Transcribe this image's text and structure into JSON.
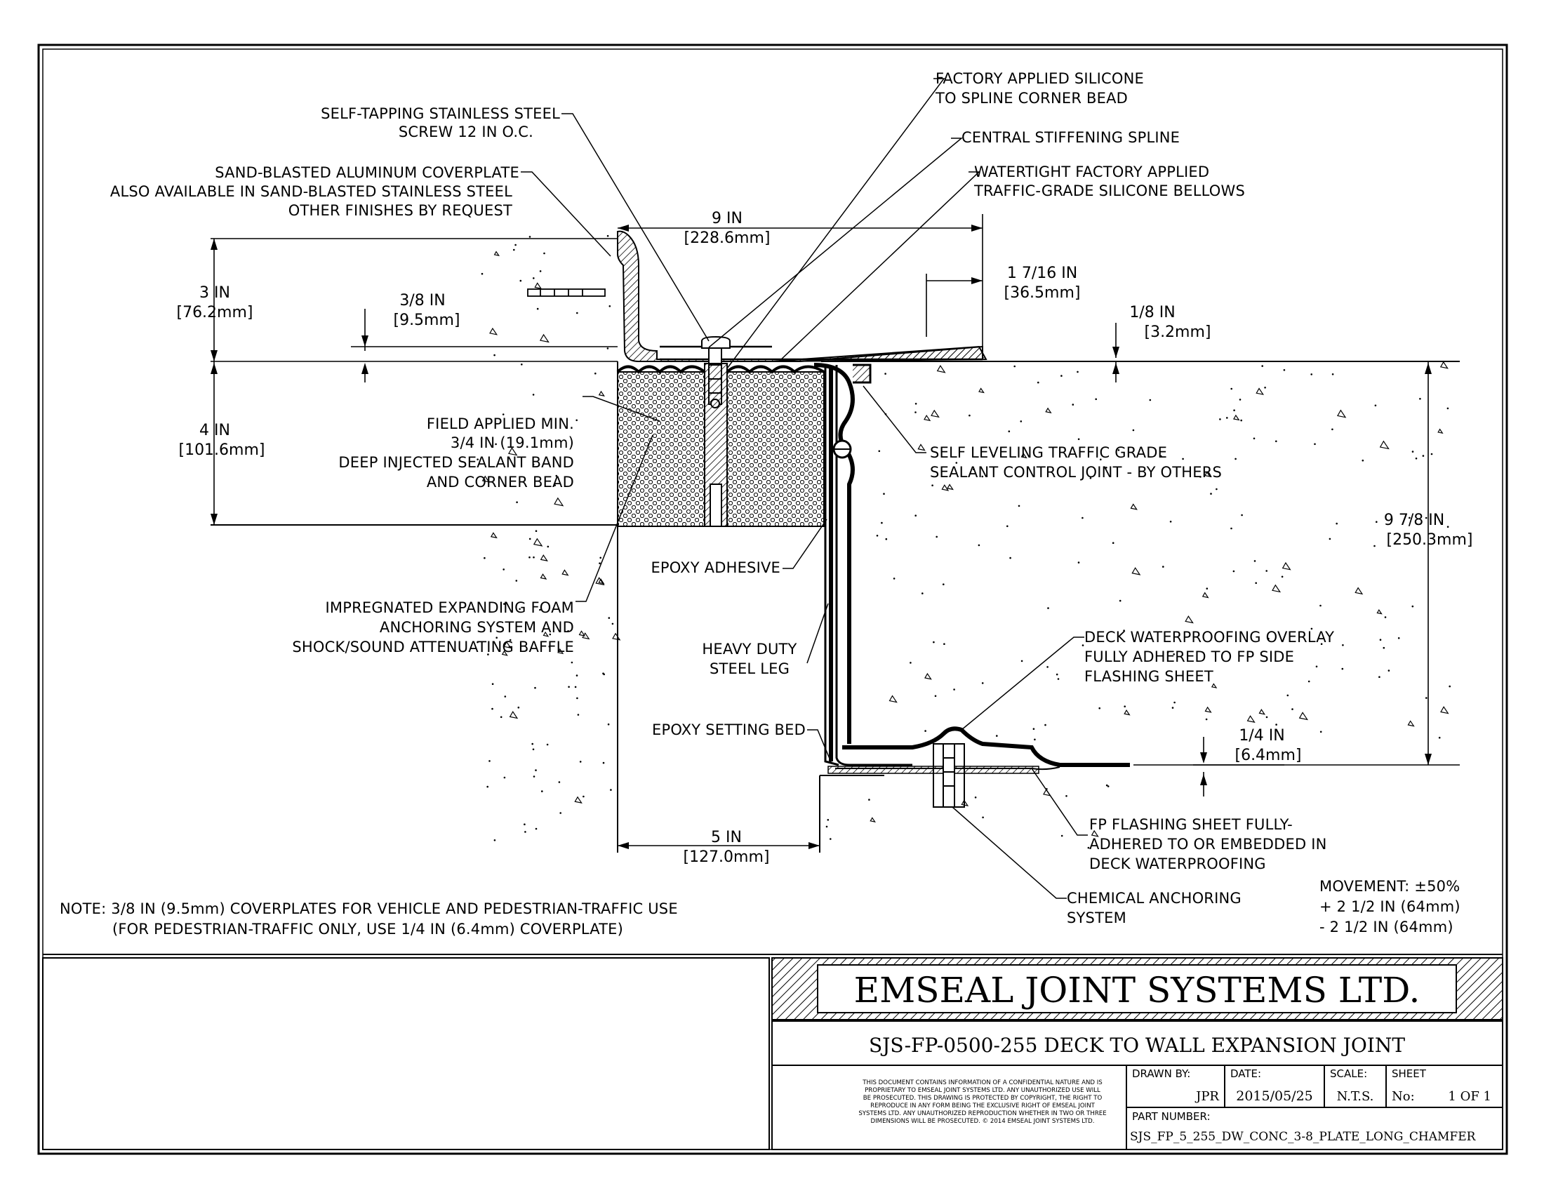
{
  "callouts": {
    "screw": [
      "SELF-TAPPING STAINLESS STEEL",
      "SCREW 12 IN O.C."
    ],
    "coverplate": [
      "SAND-BLASTED ALUMINUM COVERPLATE",
      "ALSO AVAILABLE IN SAND-BLASTED STAINLESS STEEL",
      "OTHER FINISHES BY REQUEST"
    ],
    "silicone_bead": [
      "FACTORY APPLIED SILICONE",
      "TO SPLINE CORNER BEAD"
    ],
    "spline": [
      "CENTRAL STIFFENING SPLINE"
    ],
    "bellows": [
      "WATERTIGHT FACTORY APPLIED",
      "TRAFFIC-GRADE SILICONE BELLOWS"
    ],
    "sealant_band": [
      "FIELD APPLIED MIN.",
      "3/4 IN (19.1mm)",
      "DEEP INJECTED SEALANT BAND",
      "AND CORNER BEAD"
    ],
    "control_joint": [
      "SELF LEVELING TRAFFIC GRADE",
      "SEALANT CONTROL JOINT - BY OTHERS"
    ],
    "epoxy_adhesive": [
      "EPOXY ADHESIVE"
    ],
    "foam": [
      "IMPREGNATED EXPANDING FOAM",
      "ANCHORING SYSTEM AND",
      "SHOCK/SOUND ATTENUATING BAFFLE"
    ],
    "steel_leg": [
      "HEAVY DUTY",
      "STEEL LEG"
    ],
    "overlay": [
      "DECK WATERPROOFING OVERLAY",
      "FULLY ADHERED TO FP SIDE",
      "FLASHING SHEET"
    ],
    "setting_bed": [
      "EPOXY SETTING BED"
    ],
    "flashing": [
      "FP FLASHING SHEET FULLY-",
      "ADHERED TO OR EMBEDDED IN",
      "DECK WATERPROOFING"
    ],
    "anchoring": [
      "CHEMICAL ANCHORING",
      "SYSTEM"
    ]
  },
  "dimensions": {
    "width_9": [
      "9 IN",
      "[228.6mm]"
    ],
    "offset_1716": [
      "1 7/16 IN",
      "[36.5mm]"
    ],
    "gap_18": [
      "1/8 IN",
      "[3.2mm]"
    ],
    "height_3": [
      "3 IN",
      "[76.2mm]"
    ],
    "plate_38": [
      "3/8 IN",
      "[9.5mm]"
    ],
    "depth_4": [
      "4 IN",
      "[101.6mm]"
    ],
    "total_978": [
      "9 7/8 IN",
      "[250.3mm]"
    ],
    "step_14": [
      "1/4 IN",
      "[6.4mm]"
    ],
    "width_5": [
      "5 IN",
      "[127.0mm]"
    ]
  },
  "note": [
    "NOTE: 3/8 IN (9.5mm) COVERPLATES FOR VEHICLE AND PEDESTRIAN-TRAFFIC USE",
    "(FOR PEDESTRIAN-TRAFFIC ONLY, USE 1/4 IN (6.4mm) COVERPLATE)"
  ],
  "movement": [
    "MOVEMENT: ±50%",
    "+ 2 1/2 IN (64mm)",
    "- 2 1/2 IN (64mm)"
  ],
  "title_block": {
    "company": "EMSEAL JOINT SYSTEMS LTD.",
    "drawing_title": "SJS-FP-0500-255 DECK TO WALL EXPANSION JOINT",
    "disclaimer": [
      "THIS DOCUMENT CONTAINS INFORMATION OF A CONFIDENTIAL NATURE AND IS",
      "PROPRIETARY TO EMSEAL JOINT SYSTEMS LTD. ANY UNAUTHORIZED USE WILL",
      "BE PROSECUTED. THIS DRAWING IS PROTECTED BY COPYRIGHT, THE RIGHT TO",
      "REPRODUCE IN ANY FORM BEING THE EXCLUSIVE RIGHT OF EMSEAL JOINT",
      "SYSTEMS LTD. ANY UNAUTHORIZED REPRODUCTION WHETHER IN TWO OR THREE",
      "DIMENSIONS WILL BE PROSECUTED. © 2014 EMSEAL JOINT SYSTEMS LTD."
    ],
    "drawn_by_label": "DRAWN BY:",
    "drawn_by": "JPR",
    "date_label": "DATE:",
    "date": "2015/05/25",
    "scale_label": "SCALE:",
    "scale": "N.T.S.",
    "sheet_label": "SHEET",
    "sheet_no_label": "No:",
    "sheet": "1 OF 1",
    "part_number_label": "PART NUMBER:",
    "part_number": "SJS_FP_5_255_DW_CONC_3-8_PLATE_LONG_CHAMFER"
  }
}
